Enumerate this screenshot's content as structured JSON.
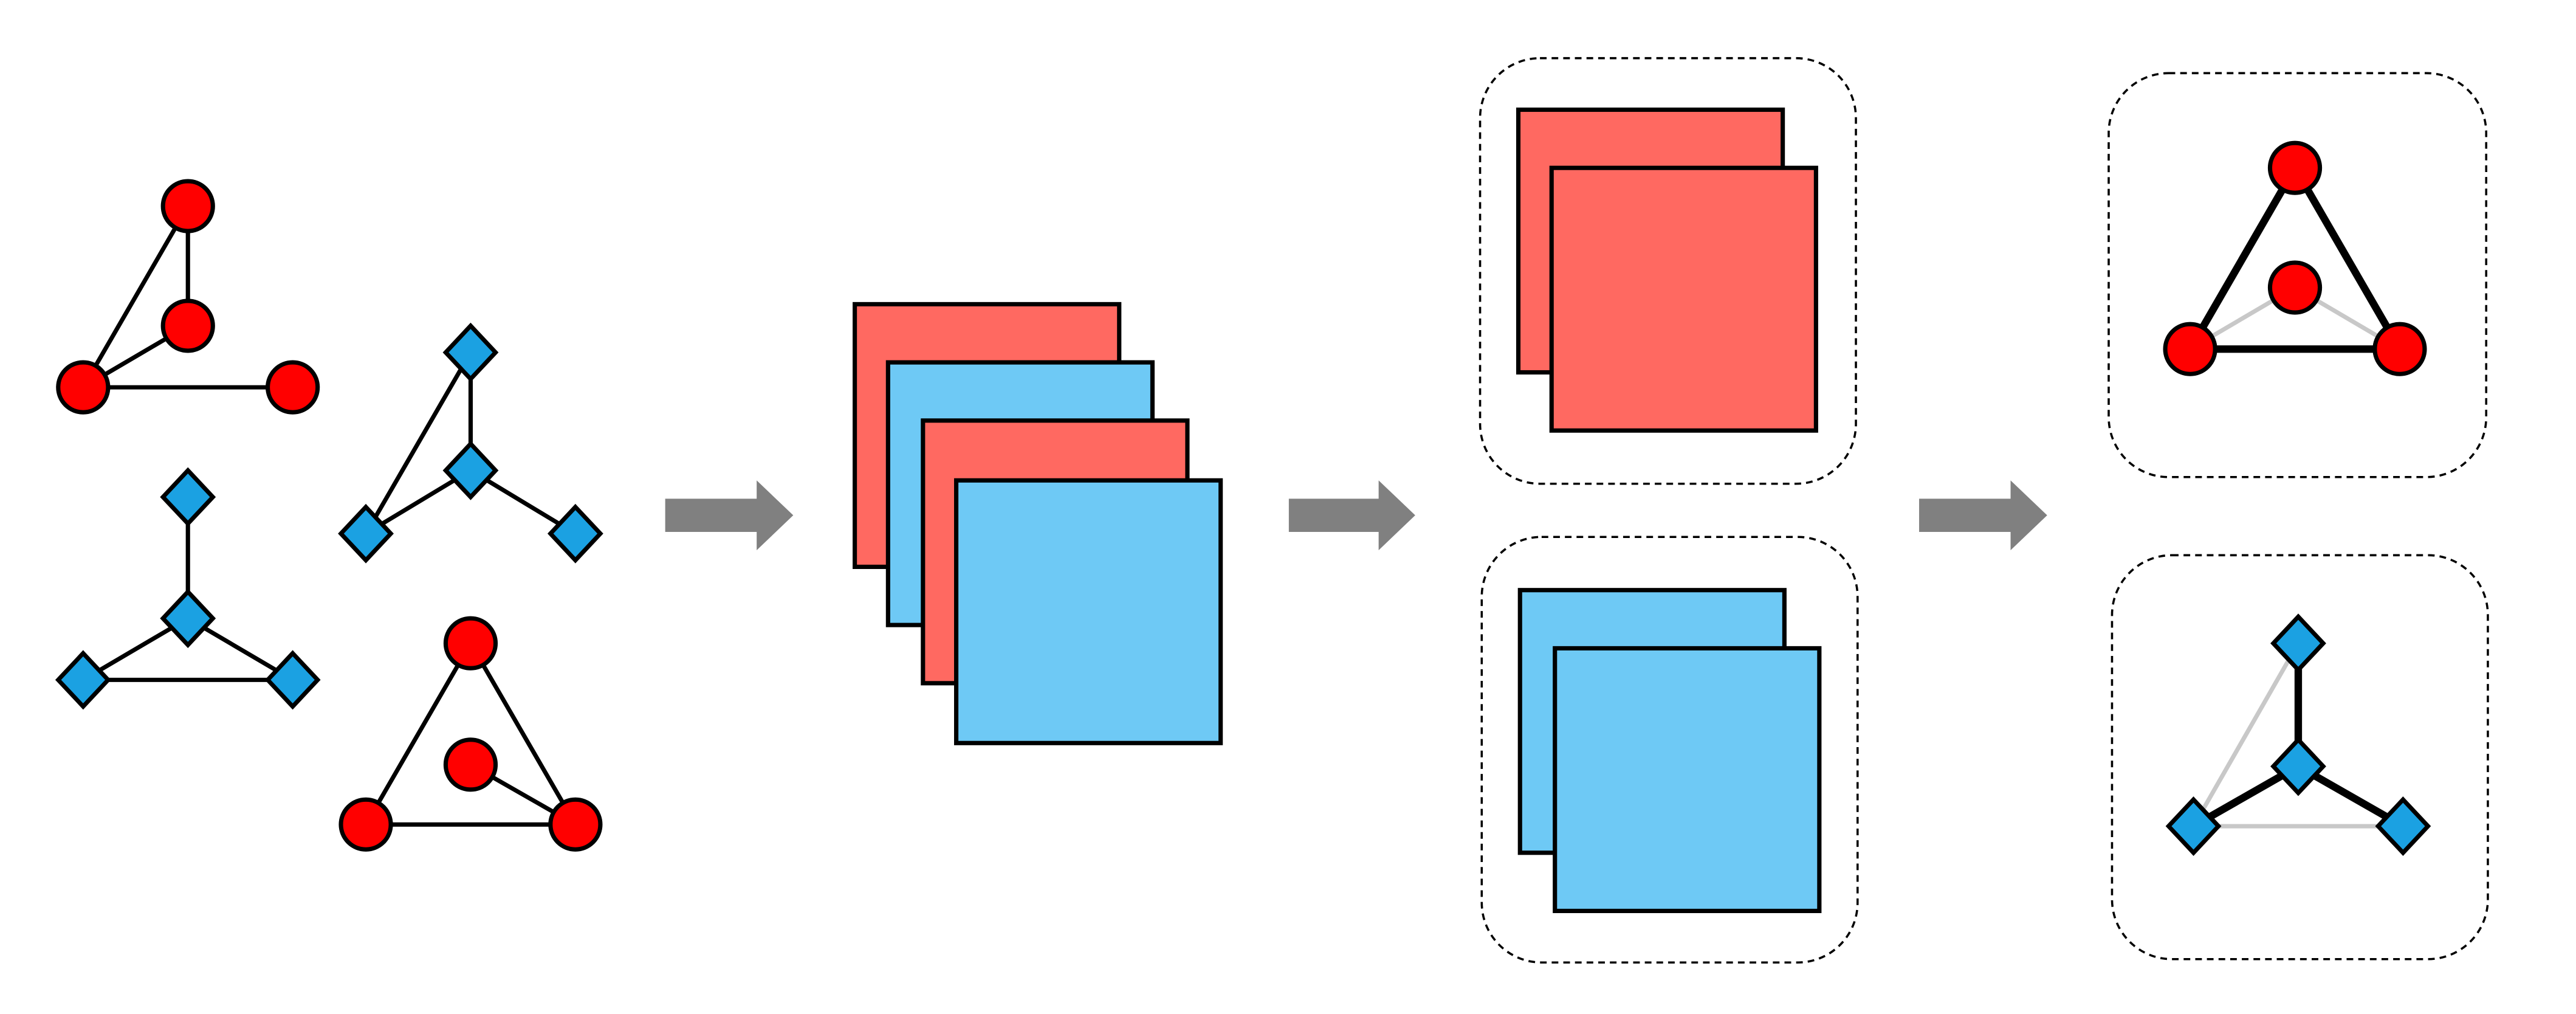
{
  "colors": {
    "red_node": "#ff0000",
    "blue_node": "#1ba1e2",
    "red_card": "#ff6961",
    "blue_card": "#6ec9f5",
    "stroke": "#000000",
    "arrow": "#808080",
    "faded_edge": "#c8c8c8",
    "group_border": "#000000"
  },
  "stages": [
    {
      "name": "input-graphs",
      "description": ""
    },
    {
      "name": "embeddings",
      "description": ""
    },
    {
      "name": "clusters",
      "description": ""
    },
    {
      "name": "prototypes",
      "description": ""
    }
  ],
  "input_graphs": [
    {
      "name": "red-graph-1",
      "node_shape": "circle",
      "node_color": "red"
    },
    {
      "name": "blue-graph-1",
      "node_shape": "diamond",
      "node_color": "blue"
    },
    {
      "name": "blue-graph-2",
      "node_shape": "diamond",
      "node_color": "blue"
    },
    {
      "name": "red-graph-2",
      "node_shape": "circle",
      "node_color": "red"
    }
  ],
  "embedding_stack": [
    "red",
    "blue",
    "red",
    "blue"
  ],
  "clusters": [
    {
      "name": "red-cluster",
      "cards": [
        "red",
        "red"
      ]
    },
    {
      "name": "blue-cluster",
      "cards": [
        "blue",
        "blue"
      ]
    }
  ],
  "prototypes": [
    {
      "name": "red-prototype",
      "node_shape": "circle",
      "node_color": "red",
      "emphasis": "outer-triangle"
    },
    {
      "name": "blue-prototype",
      "node_shape": "diamond",
      "node_color": "blue",
      "emphasis": "star"
    }
  ]
}
